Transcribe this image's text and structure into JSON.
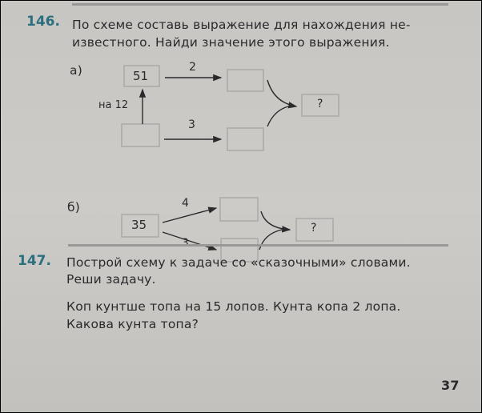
{
  "task146": {
    "number": "146.",
    "line1": "По схеме составь выражение для нахождения не-",
    "line2": "известного. Найди значение этого выражения.",
    "part_a": {
      "label": "а)",
      "start_value": "51",
      "up_label": "на 12",
      "top_arrow": "2",
      "bottom_arrow": "3",
      "result": "?"
    },
    "part_b": {
      "label": "б)",
      "start_value": "35",
      "top_arrow": "4",
      "bottom_arrow": "3",
      "result": "?"
    }
  },
  "task147": {
    "number": "147.",
    "line1": "Построй схему к задаче со «сказочными» словами.",
    "line2": "Реши задачу.",
    "line3": "Коп кунтше топа на 15 лопов. Кунта копа 2 лопа.",
    "line4": "Какова кунта топа?"
  },
  "page_number": "37"
}
